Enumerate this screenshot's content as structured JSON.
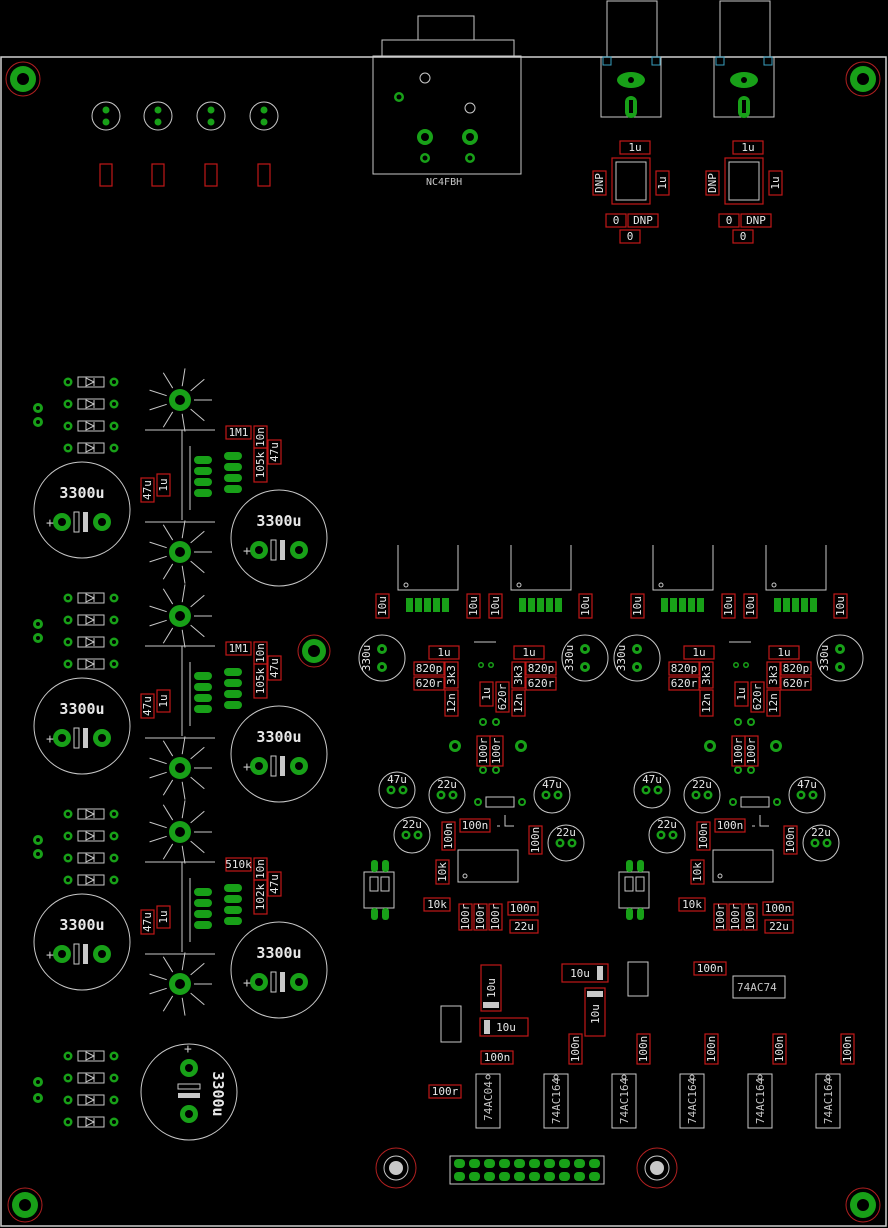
{
  "connector": {
    "label": "NC4FBH"
  },
  "main_caps": {
    "label": "3300u"
  },
  "input_section": {
    "values": [
      "1u",
      "DNP",
      "0",
      "0",
      "DNP",
      "0",
      "1u"
    ]
  },
  "psu_rails": [
    {
      "r_top": "1M1",
      "r_bot": "105k",
      "c_a": "10n",
      "c_b": "47u",
      "c_left": "47u",
      "c_mid": "1u"
    },
    {
      "r_top": "1M1",
      "r_bot": "105k",
      "c_a": "10n",
      "c_b": "47u",
      "c_left": "47u",
      "c_mid": "1u"
    },
    {
      "r_top": "510k",
      "r_bot": "102k",
      "c_a": "10n",
      "c_b": "47u",
      "c_left": "47u",
      "c_mid": "1u"
    }
  ],
  "amp_values": {
    "c10": "10u",
    "c330": "330u",
    "c1": "1u",
    "c820": "820p",
    "r620": "620r",
    "r3k3": "3k3",
    "c12": "12n",
    "r620v": "620r",
    "c1v": "1u",
    "r100": "100r",
    "c47": "47u",
    "c22": "22u",
    "c100n": "100n",
    "r10k": "10k",
    "c10v": "10u"
  },
  "logic": {
    "ic_74ac74": "74AC74",
    "ic_74ac04": "74AC04",
    "ic_74ac164": "74AC164",
    "c100n": "100n",
    "r100": "100r",
    "c10": "10u"
  },
  "colors": {
    "pad": "#18a018",
    "silk": "#c8c8c8",
    "value_box": "#c01818",
    "board_edge": "#d0d0d0"
  }
}
